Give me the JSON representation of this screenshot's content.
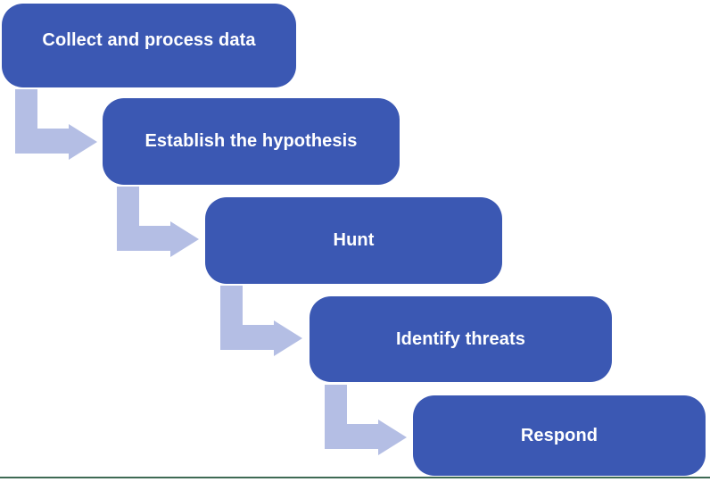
{
  "diagram": {
    "steps": [
      {
        "label": "Collect and process data"
      },
      {
        "label": "Establish the hypothesis"
      },
      {
        "label": "Hunt"
      },
      {
        "label": "Identify threats"
      },
      {
        "label": "Respond"
      }
    ]
  },
  "colors": {
    "box_fill": "#3B58B3",
    "box_text": "#FFFFFF",
    "arrow_fill": "#B4BEE4",
    "bottom_line": "#3E6A54",
    "background": "#FFFFFF"
  }
}
